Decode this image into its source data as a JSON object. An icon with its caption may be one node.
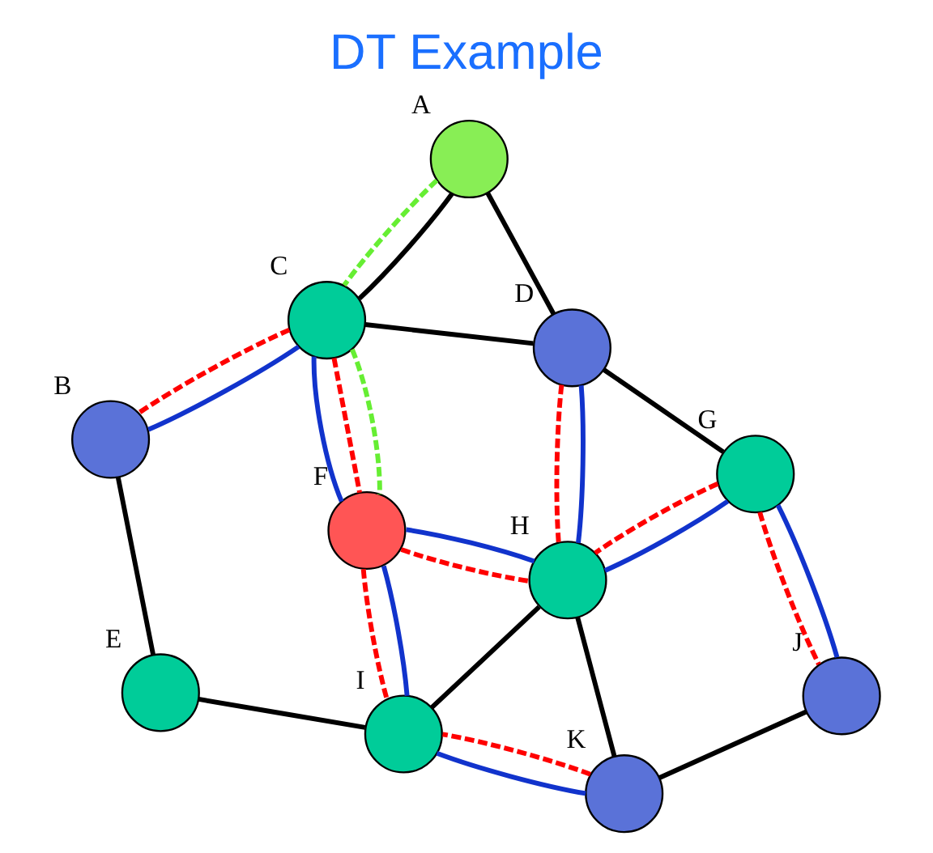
{
  "diagram": {
    "title": "DT Example",
    "nodes": [
      {
        "text": [],
        "shape": "circle",
        "beside": [
          "A"
        ]
      },
      {
        "text": [],
        "shape": "circle",
        "beside": [
          "B"
        ]
      },
      {
        "text": [],
        "shape": "circle",
        "beside": [
          "C"
        ]
      },
      {
        "text": [],
        "shape": "circle",
        "beside": [
          "D"
        ]
      },
      {
        "text": [],
        "shape": "circle",
        "beside": [
          "E"
        ]
      },
      {
        "text": [],
        "shape": "circle",
        "beside": [
          "F"
        ]
      },
      {
        "text": [],
        "shape": "circle",
        "beside": [
          "G"
        ]
      },
      {
        "text": [],
        "shape": "circle",
        "beside": [
          "H"
        ]
      },
      {
        "text": [],
        "shape": "circle",
        "beside": [
          "I"
        ]
      },
      {
        "text": [],
        "shape": "circle",
        "beside": [
          "J"
        ]
      },
      {
        "text": [],
        "shape": "circle",
        "beside": [
          "K"
        ]
      }
    ],
    "edges": [
      {
        "from": 0,
        "to": 2,
        "arrow": "none"
      },
      {
        "from": 0,
        "to": 2,
        "arrow": "none",
        "style": "dashed",
        "color": "#66ee33"
      },
      {
        "from": 0,
        "to": 3,
        "arrow": "none"
      },
      {
        "from": 2,
        "to": 1,
        "arrow": "none",
        "color": "#1133cc"
      },
      {
        "from": 2,
        "to": 1,
        "arrow": "none",
        "style": "dashed",
        "color": "#ff0000"
      },
      {
        "from": 1,
        "to": 4,
        "arrow": "none"
      },
      {
        "from": 2,
        "to": 3,
        "arrow": "none"
      },
      {
        "from": 2,
        "to": 5,
        "arrow": "none",
        "style": "dashed",
        "color": "#66ee33"
      },
      {
        "from": 2,
        "to": 5,
        "arrow": "none",
        "color": "#1133cc"
      },
      {
        "from": 2,
        "to": 5,
        "arrow": "none",
        "style": "dashed",
        "color": "#ff0000"
      },
      {
        "from": 3,
        "to": 7,
        "arrow": "none",
        "color": "#1133cc"
      },
      {
        "from": 3,
        "to": 7,
        "arrow": "none",
        "style": "dashed",
        "color": "#ff0000"
      },
      {
        "from": 3,
        "to": 6,
        "arrow": "none"
      },
      {
        "from": 4,
        "to": 8,
        "arrow": "none"
      },
      {
        "from": 5,
        "to": 7,
        "arrow": "none",
        "color": "#1133cc"
      },
      {
        "from": 5,
        "to": 7,
        "arrow": "none",
        "style": "dashed",
        "color": "#ff0000"
      },
      {
        "from": 5,
        "to": 8,
        "arrow": "none",
        "color": "#1133cc"
      },
      {
        "from": 5,
        "to": 8,
        "arrow": "none",
        "style": "dashed",
        "color": "#ff0000"
      },
      {
        "from": 6,
        "to": 7,
        "arrow": "none",
        "color": "#1133cc"
      },
      {
        "from": 6,
        "to": 7,
        "arrow": "none",
        "style": "dashed",
        "color": "#ff0000"
      },
      {
        "from": 6,
        "to": 9,
        "arrow": "none",
        "color": "#1133cc"
      },
      {
        "from": 6,
        "to": 9,
        "arrow": "none",
        "style": "dashed",
        "color": "#ff0000"
      },
      {
        "from": 7,
        "to": 8,
        "arrow": "none"
      },
      {
        "from": 7,
        "to": 10,
        "arrow": "none"
      },
      {
        "from": 9,
        "to": 10,
        "arrow": "none"
      },
      {
        "from": 10,
        "to": 8,
        "arrow": "none",
        "color": "#1133cc"
      },
      {
        "from": 10,
        "to": 8,
        "arrow": "none",
        "style": "dashed",
        "color": "#ff0000"
      }
    ]
  }
}
